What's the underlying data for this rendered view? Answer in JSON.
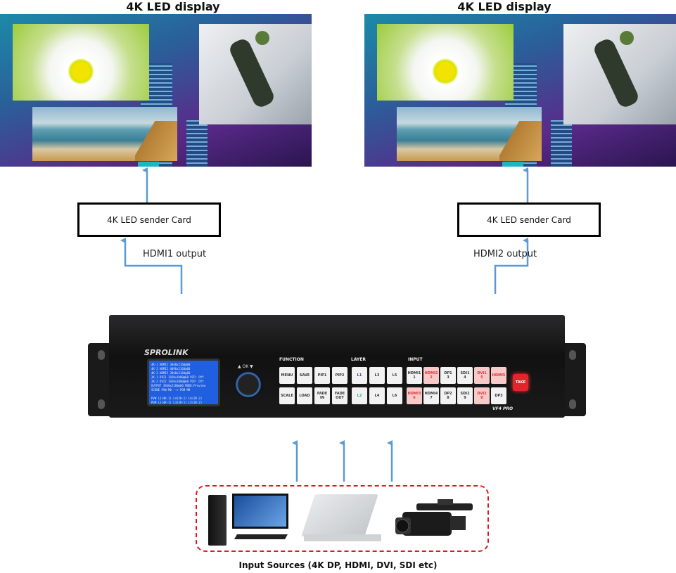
{
  "displays": [
    {
      "title": "4K LED display"
    },
    {
      "title": "4K LED display"
    }
  ],
  "sender_cards": [
    {
      "label": "4K LED sender Card"
    },
    {
      "label": "4K LED sender Card"
    }
  ],
  "outputs": [
    {
      "label": "HDMI1 output"
    },
    {
      "label": "HDMI2 output"
    }
  ],
  "device": {
    "brand": "SPROLINK",
    "model": "VF4 PRO",
    "knob_label": "▲ OK ▼",
    "sections": {
      "function": "FUNCTION",
      "layer": "LAYER",
      "input": "INPUT"
    },
    "lcd_lines": [
      "4K-1  HDMI1 3840x2160@60",
      "4K-2  HDMI2 4096x2160@60",
      "4K-3  HDMI5 3840x2160@60",
      "2K-1  DVI1  1920x1080@60 PIP: Off",
      "2K-2  DVI2  1920x1080@60 PIP: Off",
      "OUTPUT 3840x2160@60 MODE:Preview",
      "SCENE  PVW-M0 --> PGM-M0",
      "",
      "PVW  L1(4K-1) L4(2K-1) L6(2K-2)",
      "PGM  L1(4K-1) L3(2K-1) L5(2K-2)"
    ],
    "function_buttons": [
      "MENU",
      "SAVE",
      "PIP1",
      "PIP2",
      "SCALE",
      "LOAD",
      "FADE IN",
      "FADE OUT"
    ],
    "layer_buttons": [
      "L1",
      "L3",
      "L5",
      "L2",
      "L4",
      "L6"
    ],
    "input_buttons": [
      {
        "label": "HDMI1",
        "num": "1",
        "state": "normal"
      },
      {
        "label": "HDMI2",
        "num": "2",
        "state": "red"
      },
      {
        "label": "DP1",
        "num": "3",
        "state": "normal"
      },
      {
        "label": "SDI1",
        "num": "4",
        "state": "normal"
      },
      {
        "label": "DVI1",
        "num": "5",
        "state": "red"
      },
      {
        "label": "HDMI5",
        "num": "",
        "state": "red"
      },
      {
        "label": "HDMI3",
        "num": "6",
        "state": "red"
      },
      {
        "label": "HDMI4",
        "num": "7",
        "state": "normal"
      },
      {
        "label": "DP2",
        "num": "8",
        "state": "normal"
      },
      {
        "label": "SDI2",
        "num": "9",
        "state": "normal"
      },
      {
        "label": "DVI2",
        "num": "0",
        "state": "red"
      },
      {
        "label": "DP3",
        "num": "",
        "state": "normal"
      }
    ],
    "take_label": "TAKE"
  },
  "input_sources": {
    "label": "Input Sources (4K DP, HDMI, DVI, SDI etc)",
    "items": [
      "desktop-pc",
      "laptop",
      "camcorder"
    ]
  },
  "colors": {
    "arrow": "#5b9bd5",
    "dashed_border": "#e0191e",
    "take": "#e4242a"
  }
}
